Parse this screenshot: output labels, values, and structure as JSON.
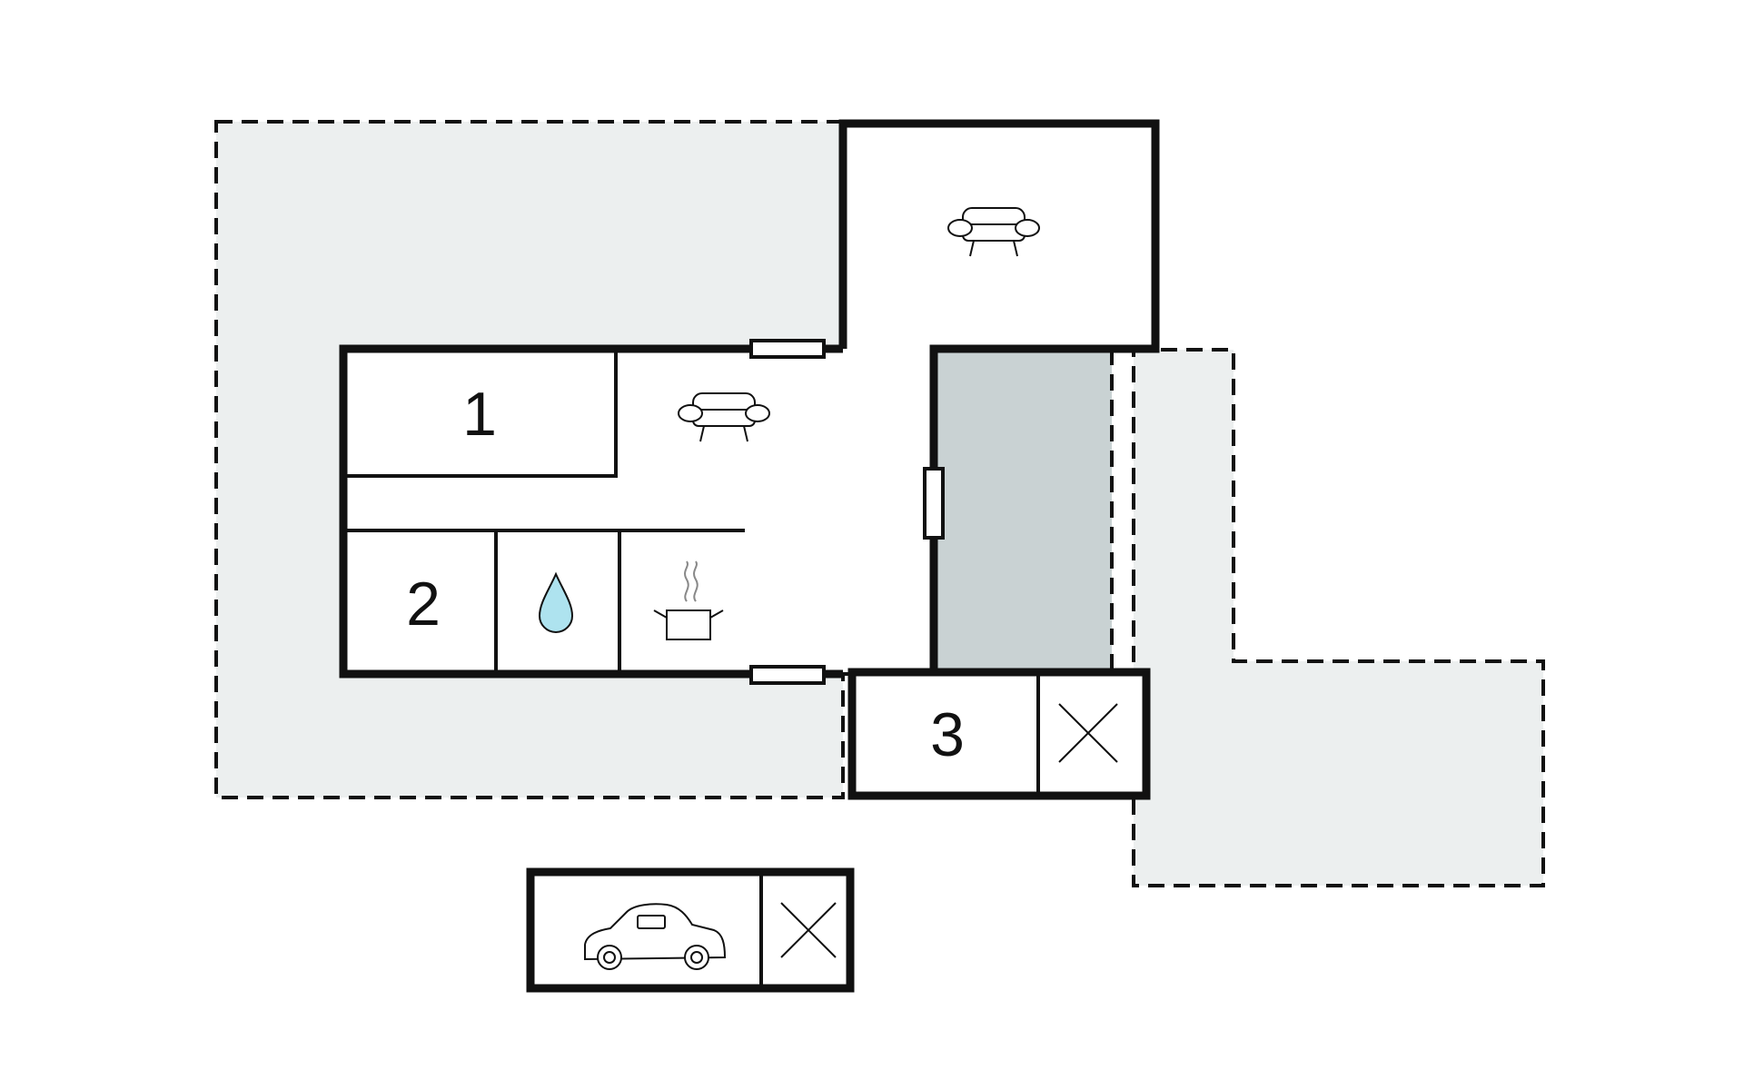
{
  "rooms": {
    "room_1": {
      "number": "1"
    },
    "room_2": {
      "number": "2"
    },
    "room_3": {
      "number": "3"
    }
  },
  "icons": {
    "living": "armchair-icon",
    "bathroom": "water-drop-icon",
    "kitchen": "cooking-pot-icon",
    "storage": "cross-icon",
    "garage": "car-icon"
  },
  "colors": {
    "wall": "#111111",
    "terrace": "#ecefef",
    "covered_terrace": "#c9d2d3",
    "water": "#aee3ef",
    "background": "#ffffff"
  }
}
